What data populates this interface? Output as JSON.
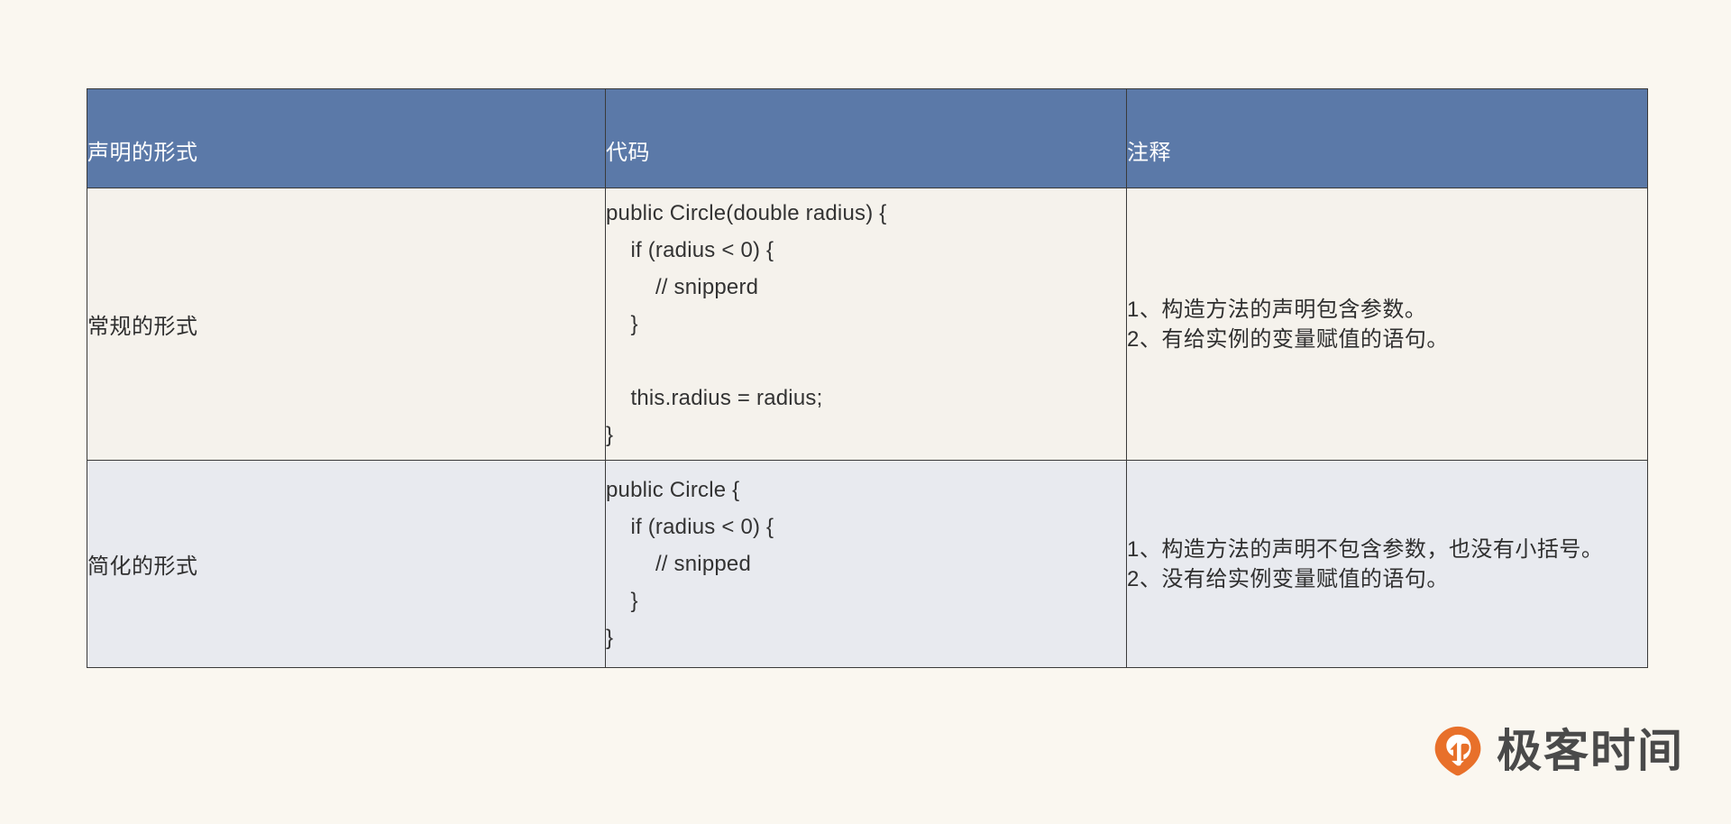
{
  "page": {
    "background_color": "#faf7f0"
  },
  "table": {
    "header_background": "#5b79a8",
    "header_text_color": "#ffffff",
    "row_odd_background": "#f5f2ec",
    "row_even_background": "#e8eaef",
    "border_color": "#3a3a3a",
    "headers": [
      "声明的形式",
      "代码",
      "注释"
    ],
    "rows": [
      {
        "form": "常规的形式",
        "code": "public Circle(double radius) {\n    if (radius < 0) {\n        // snipperd\n    }\n\n    this.radius = radius;\n}",
        "note": "1、构造方法的声明包含参数。\n2、有给实例的变量赋值的语句。"
      },
      {
        "form": "简化的形式",
        "code": "public Circle {\n    if (radius < 0) {\n        // snipped\n    }\n}",
        "note": "1、构造方法的声明不包含参数，也没有小括号。\n2、没有给实例变量赋值的语句。"
      }
    ]
  },
  "logo": {
    "text": "极客时间",
    "mark_icon": "geektime-pin-icon",
    "mark_color": "#e8702a",
    "text_color": "#4a4a4a"
  }
}
